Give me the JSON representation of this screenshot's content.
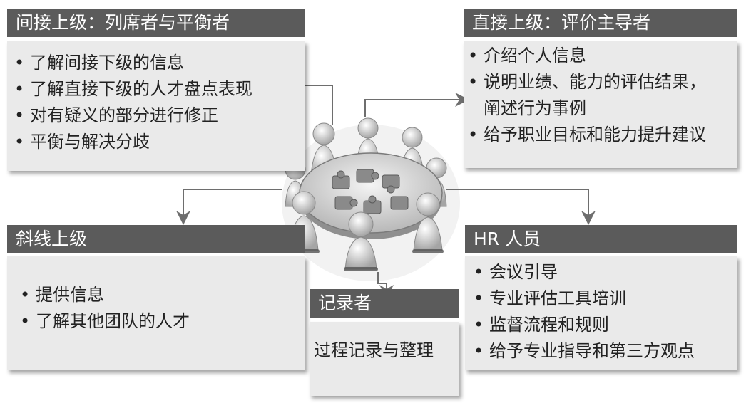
{
  "boxes": {
    "indirect": {
      "title": "间接上级：列席者与平衡者",
      "items": [
        "了解间接下级的信息",
        "了解直接下级的人才盘点表现",
        "对有疑义的部分进行修正",
        "平衡与解决分歧"
      ]
    },
    "direct": {
      "title": "直接上级：评价主导者",
      "items": [
        "介绍个人信息",
        "说明业绩、能力的评估结果，",
        "阐述行为事例",
        "给予职业目标和能力提升建议"
      ]
    },
    "dotted": {
      "title": "斜线上级",
      "items": [
        "提供信息",
        "了解其他团队的人才"
      ]
    },
    "hr": {
      "title": "HR 人员",
      "items": [
        "会议引导",
        "专业评估工具培训",
        "监督流程和规则",
        "给予专业指导和第三方观点"
      ]
    },
    "recorder": {
      "title": "记录者",
      "text": "过程记录与整理"
    }
  },
  "colors": {
    "header": "#5b5b5b",
    "body": "#eaeaea",
    "arrow": "#6e6e6e"
  },
  "illustration": "round-table-meeting-with-puzzle-pieces"
}
